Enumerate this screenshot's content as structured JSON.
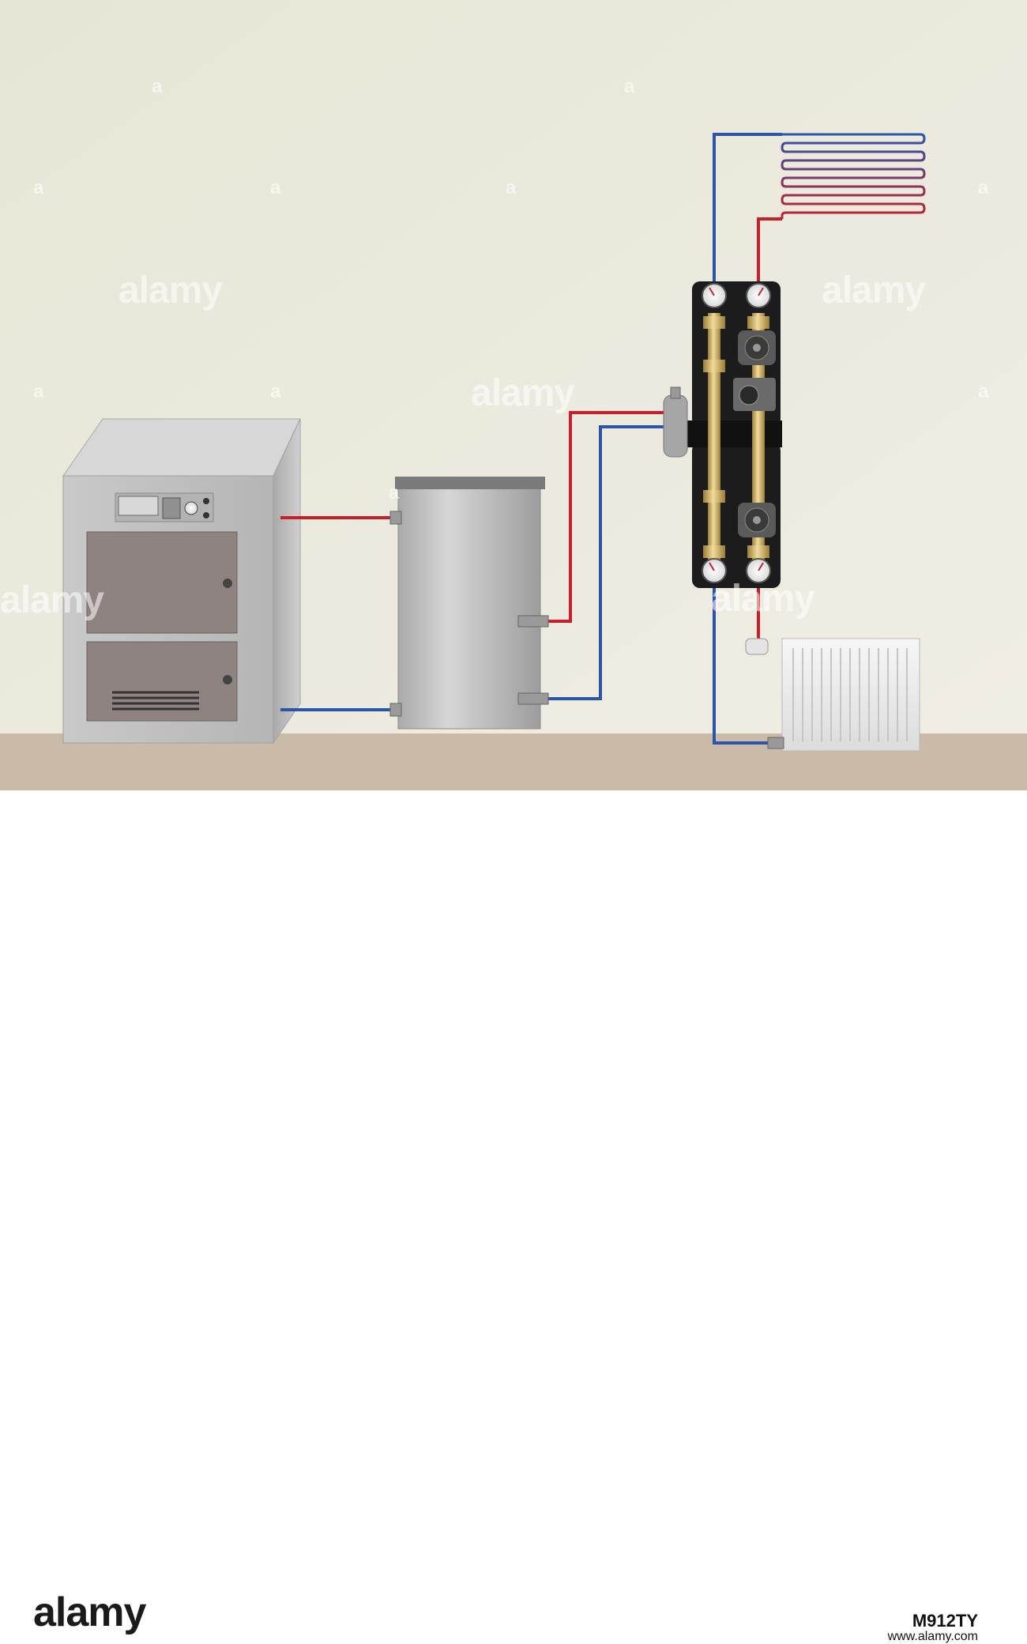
{
  "colors": {
    "wall": "#e8e6d6",
    "floor": "#c9bba7",
    "hot_pipe": "#c8202a",
    "cold_pipe": "#2c55a8",
    "boiler": "#c3c3c3",
    "tank": "#b8b8b8",
    "brass": "#c8a85a",
    "panel": "#1c1c1c"
  },
  "components": {
    "boiler": "solid-fuel-boiler",
    "tank": "buffer-tank",
    "hydraulic_module": "pump-group-manifold",
    "floor_heating": "underfloor-heating-coil",
    "radiator": "panel-radiator"
  },
  "watermark": {
    "text": "alamy",
    "letter": "a"
  },
  "footer": {
    "logo": "alamy",
    "image_id": "M912TY",
    "url": "www.alamy.com"
  }
}
